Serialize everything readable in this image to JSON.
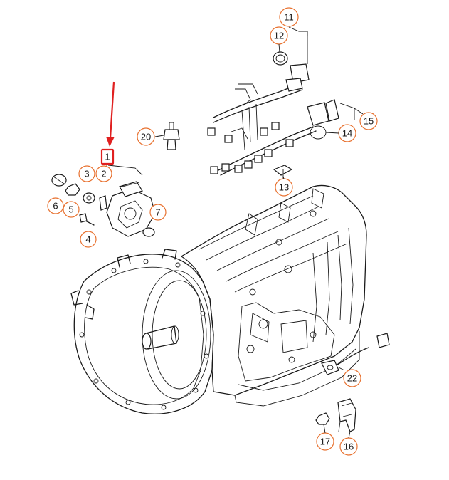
{
  "callouts": {
    "c1": "1",
    "c2": "2",
    "c3": "3",
    "c4": "4",
    "c5": "5",
    "c6": "6",
    "c7": "7",
    "c11": "11",
    "c12": "12",
    "c13": "13",
    "c14": "14",
    "c15": "15",
    "c16": "16",
    "c17": "17",
    "c20": "20",
    "c22": "22"
  },
  "colors": {
    "callout_ring": "#e8712f",
    "highlight": "#e02020",
    "linework": "#1a1a1a"
  }
}
